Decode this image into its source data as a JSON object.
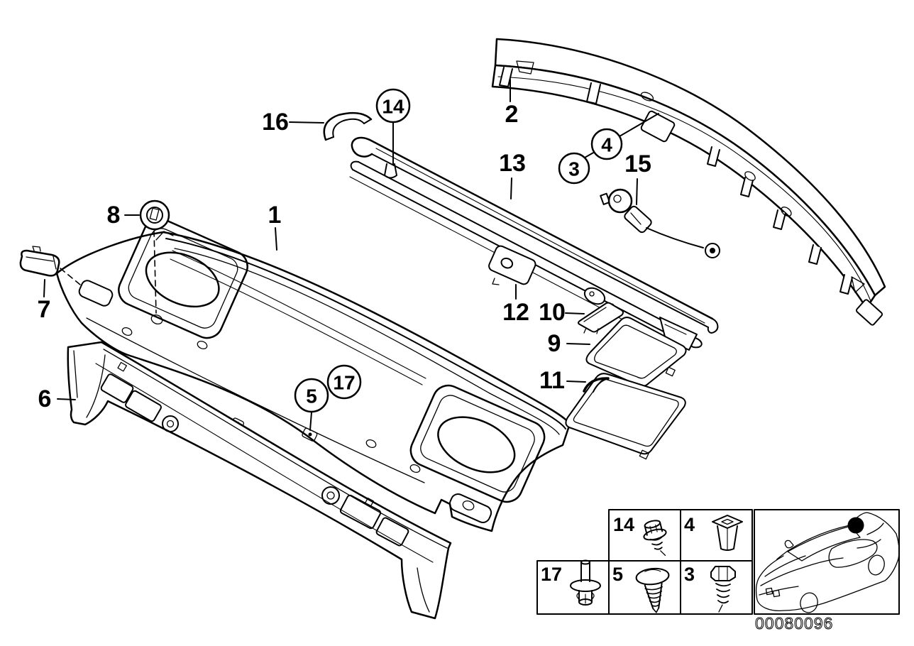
{
  "colors": {
    "line": "#000000",
    "background": "#ffffff"
  },
  "callouts": {
    "c1": "1",
    "c2": "2",
    "c3": "3",
    "c4": "4",
    "c5": "5",
    "c6": "6",
    "c7": "7",
    "c8": "8",
    "c9": "9",
    "c10": "10",
    "c11": "11",
    "c12": "12",
    "c13": "13",
    "c14": "14",
    "c15": "15",
    "c16": "16",
    "c17": "17"
  },
  "circled_callouts": [
    "3",
    "4",
    "5",
    "14",
    "17"
  ],
  "legend": {
    "cells": [
      {
        "number": "14",
        "icon": "hex-screw-with-washer-icon"
      },
      {
        "number": "4",
        "icon": "expanding-nut-icon"
      },
      {
        "number": "17",
        "icon": "expansion-rivet-icon"
      },
      {
        "number": "5",
        "icon": "blind-rivet-icon"
      },
      {
        "number": "3",
        "icon": "self-tapping-screw-icon"
      }
    ]
  },
  "car_inset": {
    "marker": "rear-shelf-location-dot"
  },
  "footer": {
    "doc_number": "00080096"
  }
}
